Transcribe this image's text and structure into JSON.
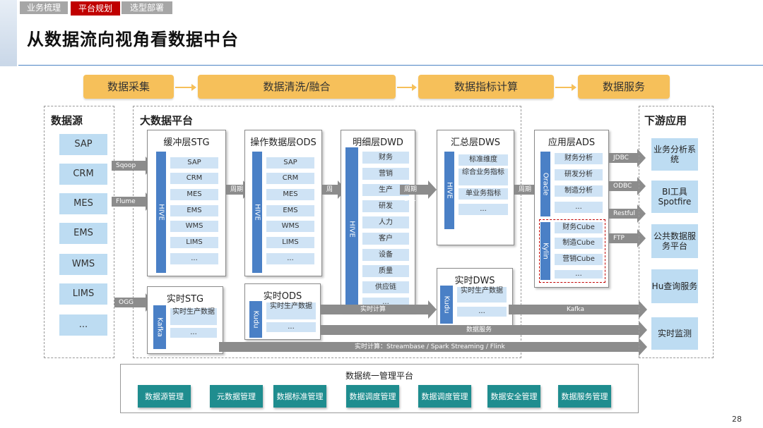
{
  "tabs": [
    "业务梳理",
    "平台规划",
    "选型部署"
  ],
  "title": "从数据流向视角看数据中台",
  "stages": [
    "数据采集",
    "数据清洗/融合",
    "数据指标计算",
    "数据服务"
  ],
  "source": {
    "title": "数据源",
    "items": [
      "SAP",
      "CRM",
      "MES",
      "EMS",
      "WMS",
      "LIMS",
      "..."
    ]
  },
  "platform": {
    "title": "大数据平台"
  },
  "buffer": {
    "title": "缓冲层STG",
    "bar": "HIVE",
    "items": [
      "SAP",
      "CRM",
      "MES",
      "EMS",
      "WMS",
      "LIMS",
      "..."
    ]
  },
  "ods": {
    "title": "操作数据层ODS",
    "bar": "HIVE",
    "items": [
      "SAP",
      "CRM",
      "MES",
      "EMS",
      "WMS",
      "LIMS",
      "..."
    ]
  },
  "dwd": {
    "title": "明细层DWD",
    "bar": "HIVE",
    "items": [
      "财务",
      "营销",
      "生产",
      "研发",
      "人力",
      "客户",
      "设备",
      "质量",
      "供应链",
      "..."
    ]
  },
  "dws": {
    "title": "汇总层DWS",
    "bar": "HIVE",
    "items": [
      "标准维度",
      "综合业务指标",
      "单业务指标",
      "..."
    ]
  },
  "ads": {
    "title": "应用层ADS",
    "bar1": "Oracle",
    "items1": [
      "财务分析",
      "研发分析",
      "制造分析",
      "..."
    ],
    "bar2": "Kylin",
    "items2": [
      "财务Cube",
      "制造Cube",
      "营销Cube",
      "..."
    ]
  },
  "rt_stg": {
    "title": "实时STG",
    "bar": "Kafka",
    "items": [
      "实时生产数据",
      "..."
    ]
  },
  "rt_ods": {
    "title": "实时ODS",
    "bar": "Kudu",
    "items": [
      "实时生产数据",
      "..."
    ]
  },
  "rt_dws": {
    "title": "实时DWS",
    "bar": "Kudu",
    "items": [
      "实时生产数据",
      "..."
    ]
  },
  "arrows": {
    "sqoop": "Sqoop",
    "flume": "Flume",
    "ogg": "OGG",
    "etl1": "周期ETL",
    "etl2": "周期ETL",
    "etl3": "周期 ETL",
    "etl4": "周期ETL",
    "rt_calc": "实时计算",
    "kafka": "Kafka",
    "data_service": "数据服务",
    "streaming": "实时计算：Streambase / Spark Streaming / Flink",
    "jdbc": "JDBC",
    "odbc": "ODBC",
    "restful": "Restful",
    "ftp": "FTP"
  },
  "downstream": {
    "title": "下游应用",
    "items": [
      "业务分析系统",
      "BI工具 Spotfire",
      "公共数据服务平台",
      "Hu查询服务",
      "实时监测"
    ]
  },
  "management": {
    "title": "数据统一管理平台",
    "items": [
      "数据源管理",
      "元数据管理",
      "数据标准管理",
      "数据调度管理",
      "数据调度管理",
      "数据安全管理",
      "数据服务管理"
    ]
  },
  "page_number": "28"
}
